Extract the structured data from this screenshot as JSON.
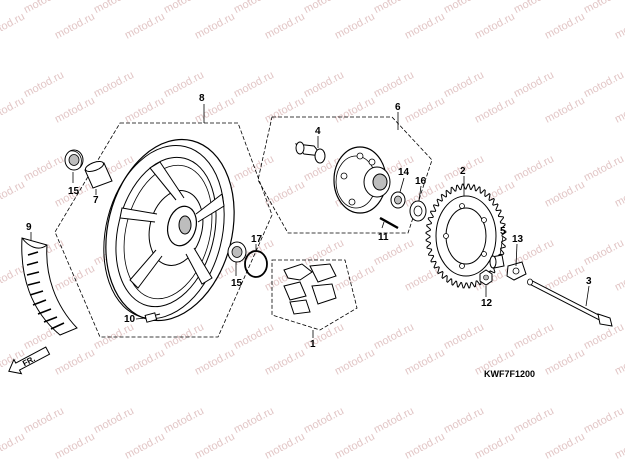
{
  "watermark": "motod.ru",
  "diagram_code": "KWF7F1200",
  "direction_label": "FR.",
  "parts": {
    "p1": "1",
    "p2": "2",
    "p3": "3",
    "p4": "4",
    "p5": "5",
    "p6": "6",
    "p7": "7",
    "p8": "8",
    "p9": "9",
    "p10": "10",
    "p11": "11",
    "p12": "12",
    "p13": "13",
    "p14": "14",
    "p15a": "15",
    "p15b": "15",
    "p16": "16",
    "p17": "17"
  },
  "colors": {
    "line": "#000000",
    "watermark": "#e2c6c6",
    "shade": "#bdbdbd"
  }
}
